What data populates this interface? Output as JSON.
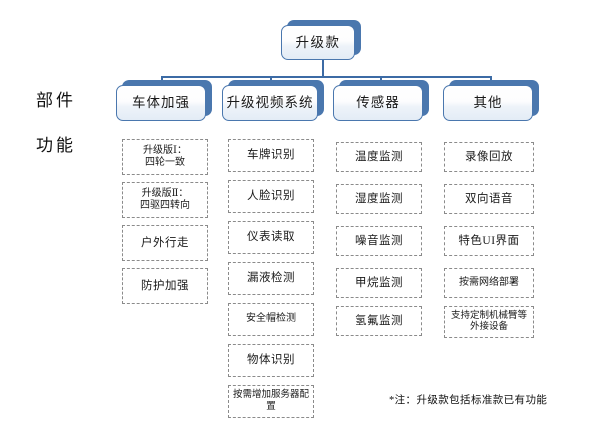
{
  "diagram": {
    "title_node": {
      "label": "升级款"
    },
    "row_labels": [
      {
        "key": "component",
        "label": "部件"
      },
      {
        "key": "function",
        "label": "功能"
      }
    ],
    "columns": [
      {
        "header": "车体加强",
        "items": [
          "升级版Ⅰ：\n四轮一致",
          "升级版Ⅱ：\n四驱四转向",
          "户外行走",
          "防护加强"
        ]
      },
      {
        "header": "升级视频系统",
        "items": [
          "车牌识别",
          "人脸识别",
          "仪表读取",
          "漏液检测",
          "安全帽检测",
          "物体识别",
          "按需增加服务器配置"
        ]
      },
      {
        "header": "传感器",
        "items": [
          "温度监测",
          "湿度监测",
          "噪音监测",
          "甲烷监测",
          "氢氟监测"
        ]
      },
      {
        "header": "其他",
        "items": [
          "录像回放",
          "双向语音",
          "特色UI界面",
          "按需网络部署",
          "支持定制机械臂等外接设备"
        ]
      }
    ],
    "footnote": "*注：升级款包括标准款已有功能",
    "colors": {
      "box_border": "#4a77ae",
      "box_shadow": "#4a77ae",
      "connector": "#3c6ba5",
      "dashed_border": "#8b8b8b",
      "background": "#ffffff",
      "text": "#1a1a1a"
    }
  }
}
